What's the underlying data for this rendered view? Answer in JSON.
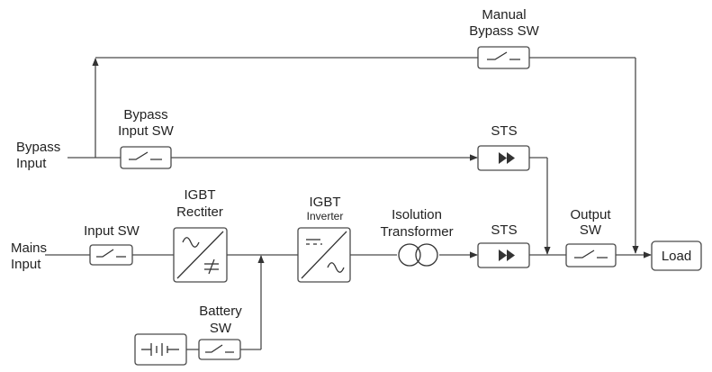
{
  "diagram": {
    "labels": {
      "bypass_input": [
        "Bypass",
        "Input"
      ],
      "mains_input": [
        "Mains",
        "Input"
      ],
      "manual_bypass_sw": [
        "Manual",
        "Bypass SW"
      ],
      "bypass_input_sw": [
        "Bypass",
        "Input SW"
      ],
      "sts_top": "STS",
      "sts_bottom": "STS",
      "input_sw": "Input SW",
      "igbt_rectifier": [
        "IGBT",
        "Rectiter"
      ],
      "igbt_inverter": [
        "IGBT",
        "Inverter"
      ],
      "isolation_transformer": [
        "Isolution",
        "Transformer"
      ],
      "output_sw": [
        "Output",
        "SW"
      ],
      "battery_sw": [
        "Battery",
        "SW"
      ],
      "load": "Load"
    }
  }
}
